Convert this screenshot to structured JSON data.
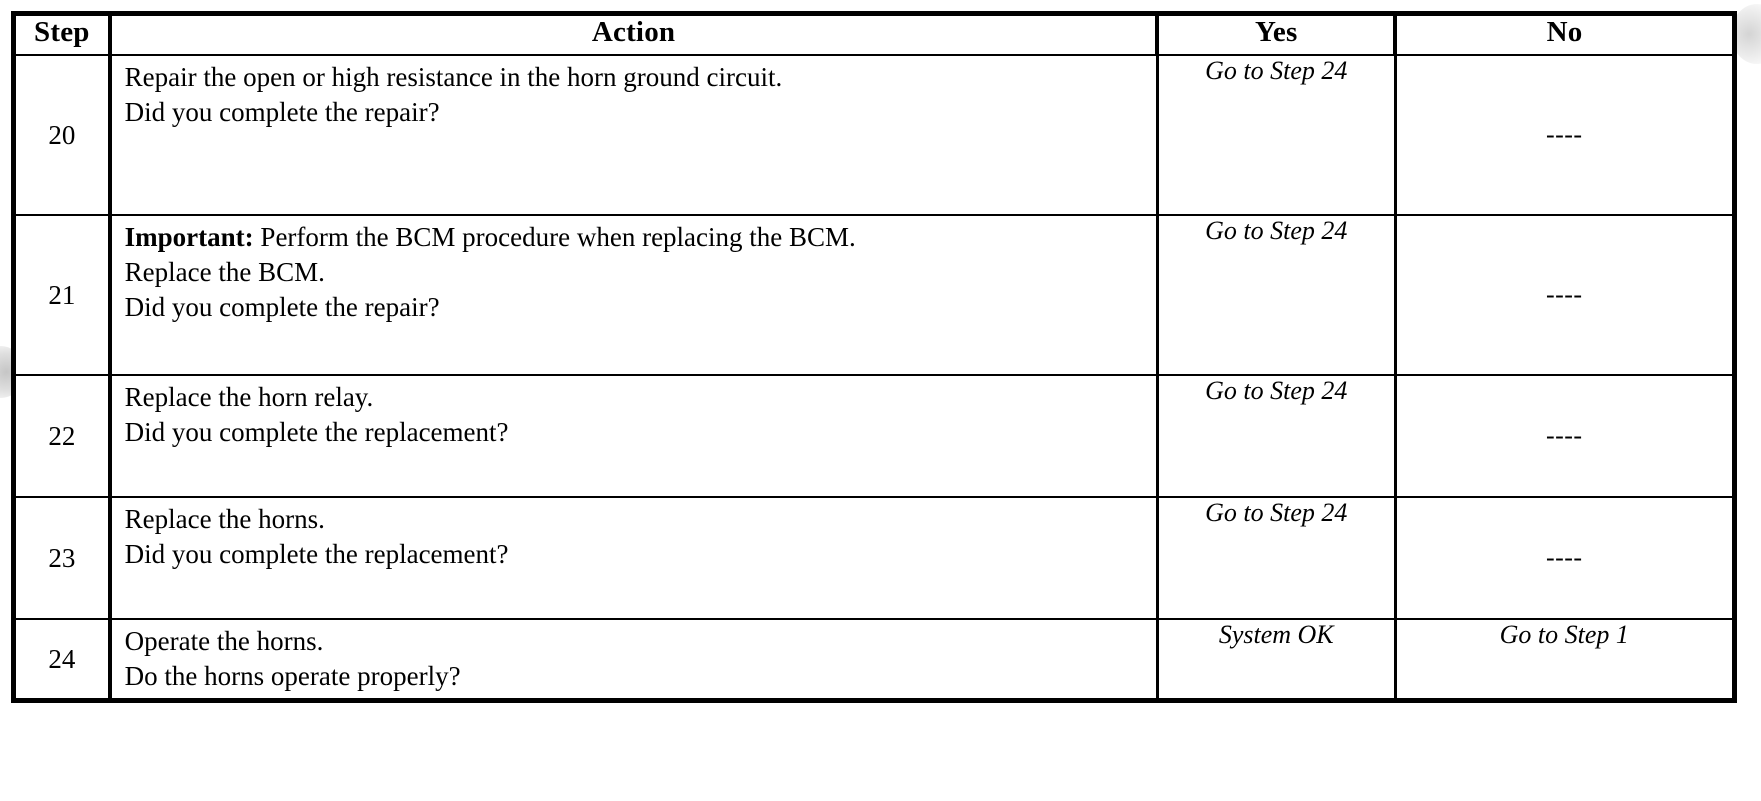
{
  "document": {
    "type": "diagnostic-procedure-table",
    "columns": [
      "Step",
      "Action",
      "Yes",
      "No"
    ]
  },
  "table": {
    "headers": {
      "step": "Step",
      "action": "Action",
      "yes": "Yes",
      "no": "No"
    },
    "rows": [
      {
        "step": "20",
        "action_lines": [
          "Repair the open or high resistance in the horn ground circuit."
        ],
        "action_bold_prefix": "",
        "action_question": "Did you complete the repair?",
        "yes": "Go to Step 24",
        "no": "----",
        "yes_align": "bottom",
        "no_align": "middle",
        "height": "160"
      },
      {
        "step": "21",
        "action_bold_prefix": "Important:",
        "action_lines": [
          " Perform the BCM procedure when replacing the BCM.",
          "Replace the BCM."
        ],
        "action_question": "Did you complete the repair?",
        "yes": "Go to Step 24",
        "no": "----",
        "yes_align": "bottom",
        "no_align": "middle",
        "height": "160"
      },
      {
        "step": "22",
        "action_bold_prefix": "",
        "action_lines": [
          "Replace the horn relay."
        ],
        "action_question": "Did you complete the replacement?",
        "yes": "Go to Step 24",
        "no": "----",
        "yes_align": "bottom",
        "no_align": "middle",
        "height": "122"
      },
      {
        "step": "23",
        "action_bold_prefix": "",
        "action_lines": [
          "Replace the horns."
        ],
        "action_question": "Did you complete the replacement?",
        "yes": "Go to Step 24",
        "no": "----",
        "yes_align": "bottom",
        "no_align": "middle",
        "height": "122"
      },
      {
        "step": "24",
        "action_bold_prefix": "",
        "action_lines": [
          "Operate the horns."
        ],
        "action_question": "Do the horns operate properly?",
        "yes": "System OK",
        "no": "Go to Step 1",
        "yes_align": "bottom",
        "no_align": "bottom",
        "height": "72"
      }
    ]
  },
  "colors": {
    "ink": "#000000",
    "page": "#ffffff",
    "artifact": "#b4b4b4"
  }
}
